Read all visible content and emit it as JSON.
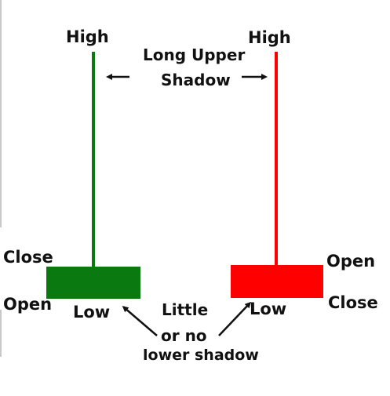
{
  "colors": {
    "bullish": "#0a7a10",
    "bearish": "#ff0000",
    "text": "#111111",
    "arrow": "#111111"
  },
  "bullish_candle": {
    "high_label": "High",
    "close_label": "Close",
    "open_label": "Open",
    "low_label": "Low"
  },
  "bearish_candle": {
    "high_label": "High",
    "open_label": "Open",
    "close_label": "Close",
    "low_label": "Low"
  },
  "annotations": {
    "upper_shadow_line1": "Long Upper",
    "upper_shadow_line2": "Shadow",
    "lower_shadow_line1": "Little",
    "lower_shadow_line2": "or no",
    "lower_shadow_line3": "lower shadow"
  }
}
